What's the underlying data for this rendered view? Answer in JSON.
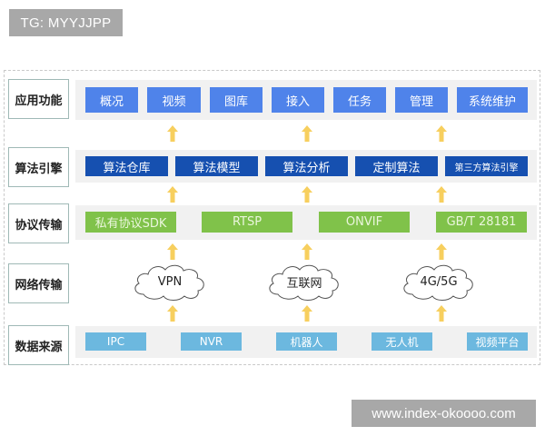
{
  "watermarks": {
    "top": "TG: MYYJJPP",
    "bottom": "www.index-okoooo.com"
  },
  "colors": {
    "application": "#4f83ea",
    "algorithm": "#1650b0",
    "protocol": "#80c24a",
    "source": "#6cb8df",
    "arrow": "#f7cf5e",
    "band": "#f1f1f1"
  },
  "layers": {
    "application": {
      "label": "应用功能",
      "items": [
        "概况",
        "视频",
        "图库",
        "接入",
        "任务",
        "管理",
        "系统维护"
      ]
    },
    "algorithm": {
      "label": "算法引擎",
      "items": [
        "算法仓库",
        "算法模型",
        "算法分析",
        "定制算法",
        "第三方算法引擎"
      ]
    },
    "protocol": {
      "label": "协议传输",
      "items": [
        "私有协议SDK",
        "RTSP",
        "ONVIF",
        "GB/T 28181"
      ]
    },
    "network": {
      "label": "网络传输",
      "items": [
        "VPN",
        "互联网",
        "4G/5G"
      ]
    },
    "source": {
      "label": "数据来源",
      "items": [
        "IPC",
        "NVR",
        "机器人",
        "无人机",
        "视频平台"
      ]
    }
  }
}
